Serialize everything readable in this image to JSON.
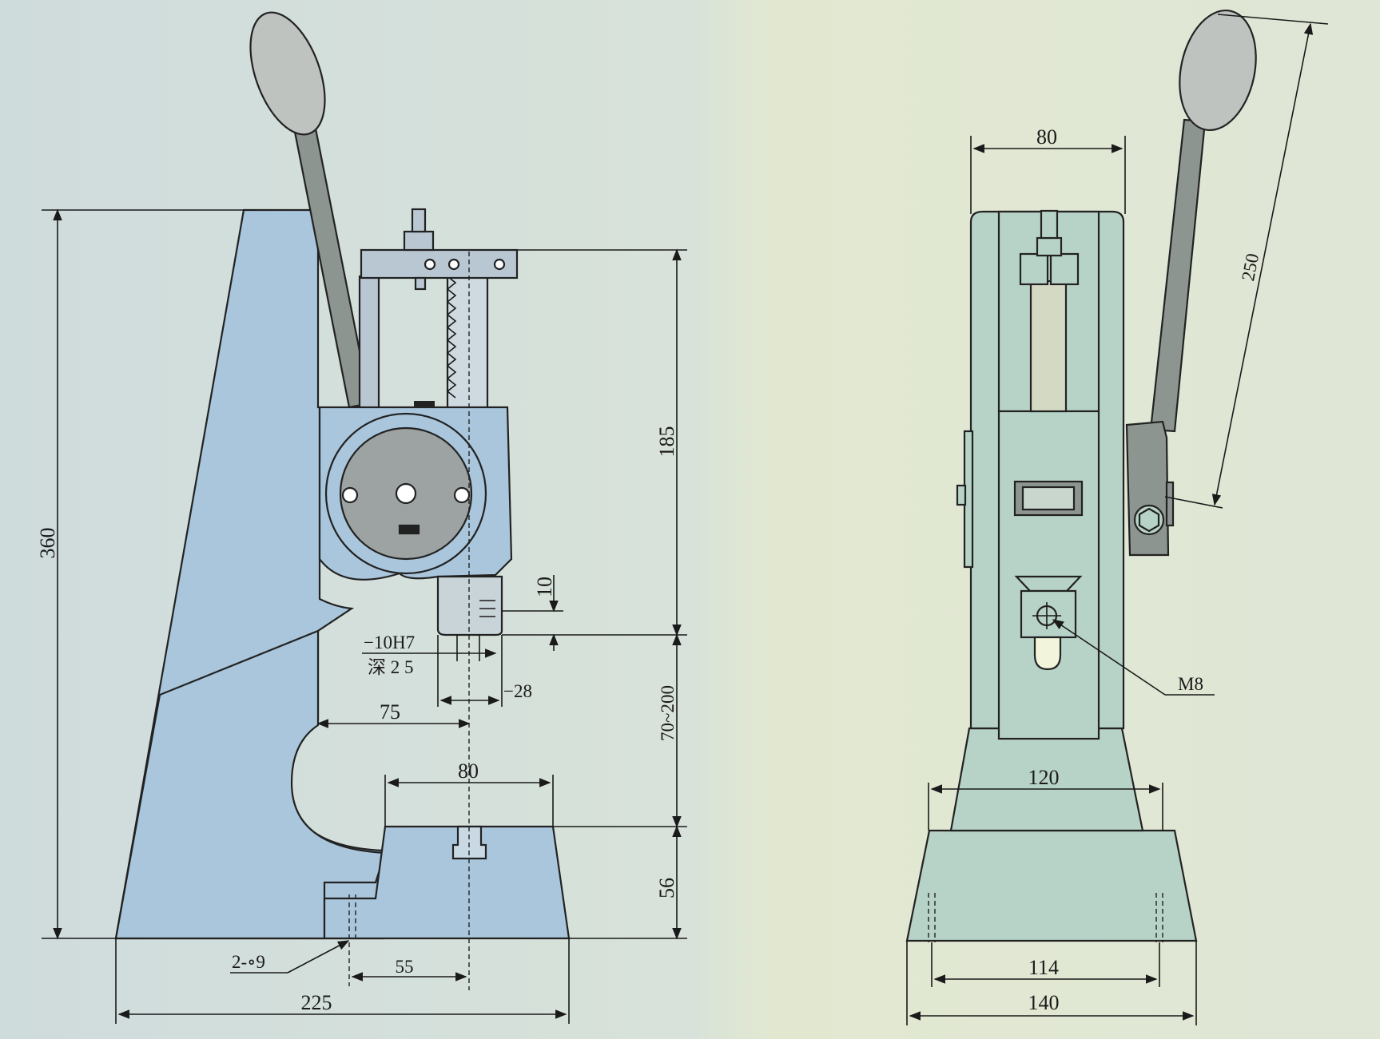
{
  "side_view": {
    "height_overall": "360",
    "stroke_height": "185",
    "ram_step": "10",
    "bore_label_line1": "−10H7",
    "bore_label_line2": "深 2 5",
    "ram_diameter": "−28",
    "throat_depth": "75",
    "table_width": "80",
    "daylight_range": "70~200",
    "base_height": "56",
    "mount_holes": "2-∘9",
    "hole_spacing": "55",
    "base_length": "225"
  },
  "front_view": {
    "head_width": "80",
    "handle_length": "250",
    "thread_callout": "M8",
    "column_width": "120",
    "hole_spacing": "114",
    "base_width": "140"
  },
  "colors": {
    "body_blue": "#a9c6dc",
    "body_green": "#b7d2c7",
    "handle_grey": "#8d9591",
    "knob_grey": "#bfc3c0",
    "line": "#1a1a1a"
  }
}
